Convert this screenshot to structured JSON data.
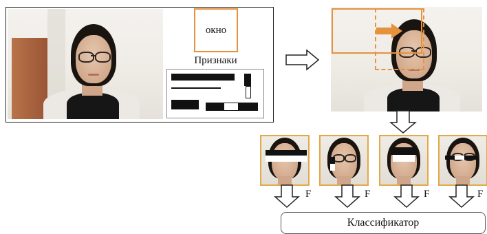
{
  "labels": {
    "window": "окно",
    "features": "Признаки",
    "classifier": "Классификатор",
    "f": "F"
  },
  "colors": {
    "window_outline": "#e6913c",
    "thumb_border": "#e3a84a",
    "feature_bar": "#111111",
    "line": "#222222"
  },
  "icons": [
    "right-arrow-icon",
    "down-arrow-icon"
  ]
}
